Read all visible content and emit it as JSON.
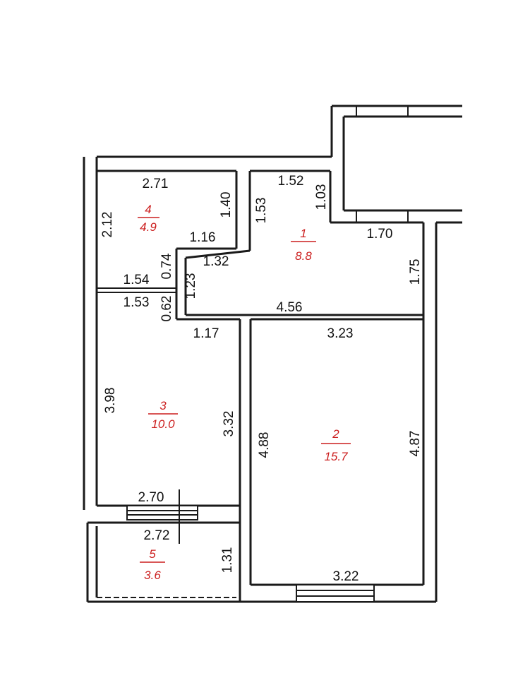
{
  "colors": {
    "wall": "#1a1a1a",
    "room_label": "#cc1f1f",
    "dimension_text": "#111111"
  },
  "rooms": [
    {
      "number": "1",
      "area": "8.8"
    },
    {
      "number": "2",
      "area": "15.7"
    },
    {
      "number": "3",
      "area": "10.0"
    },
    {
      "number": "4",
      "area": "4.9"
    },
    {
      "number": "5",
      "area": "3.6"
    }
  ],
  "dimensions": {
    "r4_top": "2.71",
    "r4_left": "2.12",
    "r4_right": "1.40",
    "r4_step": "1.16",
    "r4_bottom": "1.54",
    "r4_small_vertical": "0.74",
    "r1_top_left": "1.52",
    "r1_vertical_left": "1.53",
    "r1_vertical_mid": "1.03",
    "r1_top_right": "1.70",
    "r1_right": "1.75",
    "r1_inner_horizontal": "1.32",
    "r1_inner_vertical": "1.23",
    "r1_bottom": "4.56",
    "r3_top": "1.53",
    "r3_small_vertical": "0.62",
    "r3_top_right": "1.17",
    "r3_left": "3.98",
    "r3_right": "3.32",
    "r3_bottom": "2.70",
    "r2_top": "3.23",
    "r2_left": "4.88",
    "r2_right": "4.87",
    "r2_bottom": "3.22",
    "r5_top": "2.72",
    "r5_right": "1.31"
  }
}
